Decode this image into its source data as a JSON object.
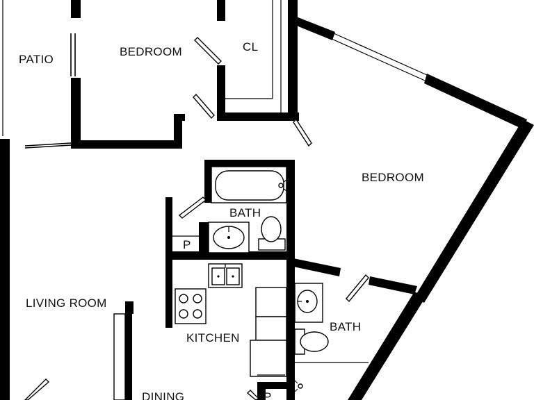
{
  "floor_plan": {
    "rooms": {
      "patio": "PATIO",
      "bedroom_1": "BEDROOM",
      "closet": "CL",
      "bedroom_2": "BEDROOM",
      "bath_1": "BATH",
      "pantry_1": "P",
      "living_room": "LIVING ROOM",
      "kitchen": "KITCHEN",
      "bath_2": "BATH",
      "dining": "DINING",
      "pantry_2": "P"
    },
    "colors": {
      "wall": "#000000",
      "background": "#ffffff"
    },
    "icons": [
      "sink-icon",
      "toilet-icon",
      "bathtub-icon",
      "stove-icon",
      "double-sink-icon",
      "door-swing-icon"
    ]
  }
}
